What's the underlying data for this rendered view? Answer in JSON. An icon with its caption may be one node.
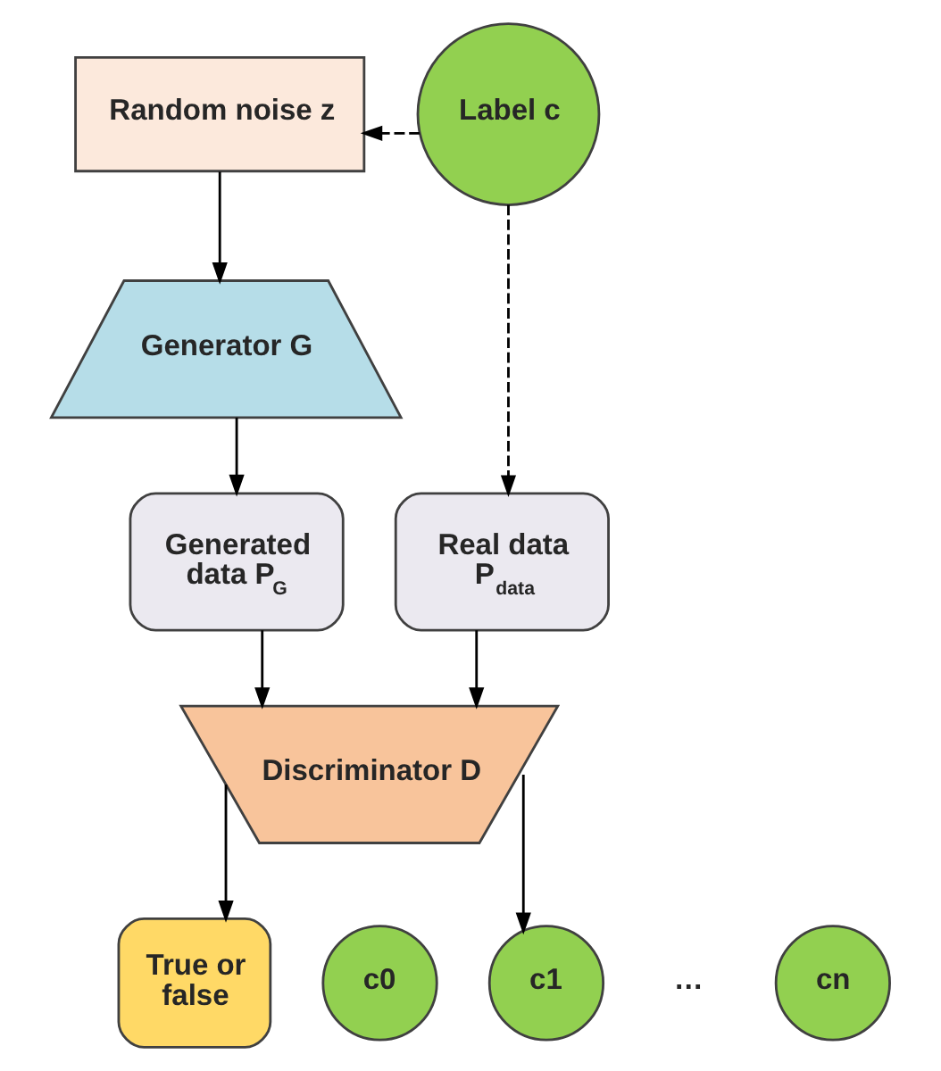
{
  "diagram": {
    "nodes": [
      {
        "text": [
          "Random noise z"
        ]
      },
      {
        "text": [
          "Label c"
        ]
      },
      {
        "text": [
          "Generator G"
        ]
      },
      {
        "text": [
          "Generated data P$_{G}$"
        ]
      },
      {
        "text": [
          "Real data P$_{data}$"
        ]
      },
      {
        "text": [
          "Discriminator D"
        ]
      },
      {
        "text": [
          "True or false"
        ]
      },
      {
        "text": [
          "c0"
        ]
      },
      {
        "text": [
          "c1"
        ]
      },
      {
        "text": [
          "cn"
        ]
      }
    ],
    "edges": [
      {
        "from": 1,
        "to": 0,
        "arrow": "to",
        "style": "dashed"
      },
      {
        "from": 0,
        "to": 2,
        "arrow": "to"
      },
      {
        "from": 1,
        "to": 4,
        "arrow": "to",
        "style": "dashed"
      },
      {
        "from": 2,
        "to": 3,
        "arrow": "to"
      },
      {
        "from": 3,
        "to": 5,
        "arrow": "to"
      },
      {
        "from": 4,
        "to": 5,
        "arrow": "to"
      },
      {
        "from": 5,
        "to": 6,
        "arrow": "to"
      },
      {
        "from": 5,
        "to": 8,
        "arrow": "to"
      }
    ],
    "labels": [
      "…"
    ]
  }
}
